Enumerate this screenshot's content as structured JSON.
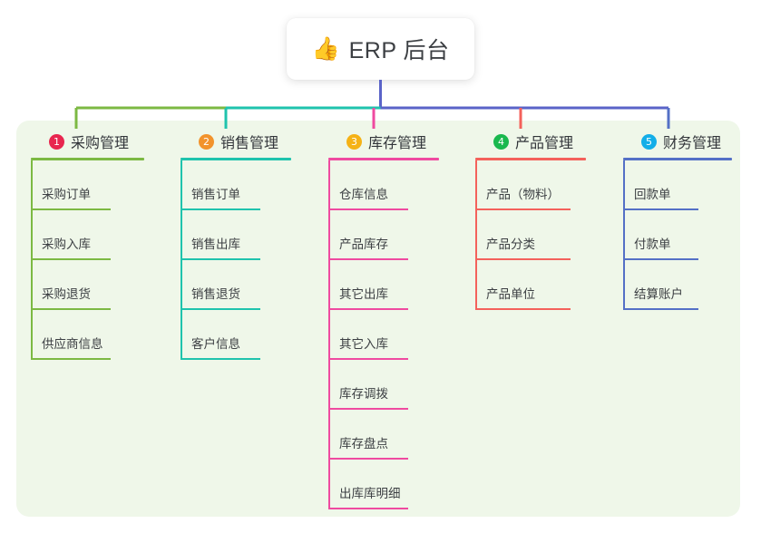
{
  "root": {
    "icon": "thumbs-up-icon",
    "icon_glyph": "👍",
    "title": "ERP 后台"
  },
  "canvas": {
    "panel_color": "#eff7e9",
    "background_color": "#ffffff",
    "root_stem_color": "#5a63c8"
  },
  "branches": [
    {
      "number": "1",
      "title": "采购管理",
      "badge_color": "#e8264f",
      "line_color": "#7cb943",
      "rule_width": 125,
      "leaf_rule_width": 88,
      "items": [
        {
          "label": "采购订单"
        },
        {
          "label": "采购入库"
        },
        {
          "label": "采购退货"
        },
        {
          "label": "供应商信息"
        }
      ]
    },
    {
      "number": "2",
      "title": "销售管理",
      "badge_color": "#f2932c",
      "line_color": "#1fc3ad",
      "rule_width": 122,
      "leaf_rule_width": 88,
      "items": [
        {
          "label": "销售订单"
        },
        {
          "label": "销售出库"
        },
        {
          "label": "销售退货"
        },
        {
          "label": "客户信息"
        }
      ]
    },
    {
      "number": "3",
      "title": "库存管理",
      "badge_color": "#f5b216",
      "line_color": "#ef4aa0",
      "rule_width": 122,
      "leaf_rule_width": 88,
      "items": [
        {
          "label": "仓库信息"
        },
        {
          "label": "产品库存"
        },
        {
          "label": "其它出库"
        },
        {
          "label": "其它入库"
        },
        {
          "label": "库存调拨"
        },
        {
          "label": "库存盘点"
        },
        {
          "label": "出库库明细"
        }
      ]
    },
    {
      "number": "4",
      "title": "产品管理",
      "badge_color": "#1ab84e",
      "line_color": "#f4615b",
      "rule_width": 122,
      "leaf_rule_width": 105,
      "items": [
        {
          "label": "产品（物料）"
        },
        {
          "label": "产品分类"
        },
        {
          "label": "产品单位"
        }
      ]
    },
    {
      "number": "5",
      "title": "财务管理",
      "badge_color": "#13aee8",
      "line_color": "#5470c6",
      "rule_width": 120,
      "leaf_rule_width": 83,
      "items": [
        {
          "label": "回款单"
        },
        {
          "label": "付款单"
        },
        {
          "label": "结算账户"
        }
      ]
    }
  ]
}
